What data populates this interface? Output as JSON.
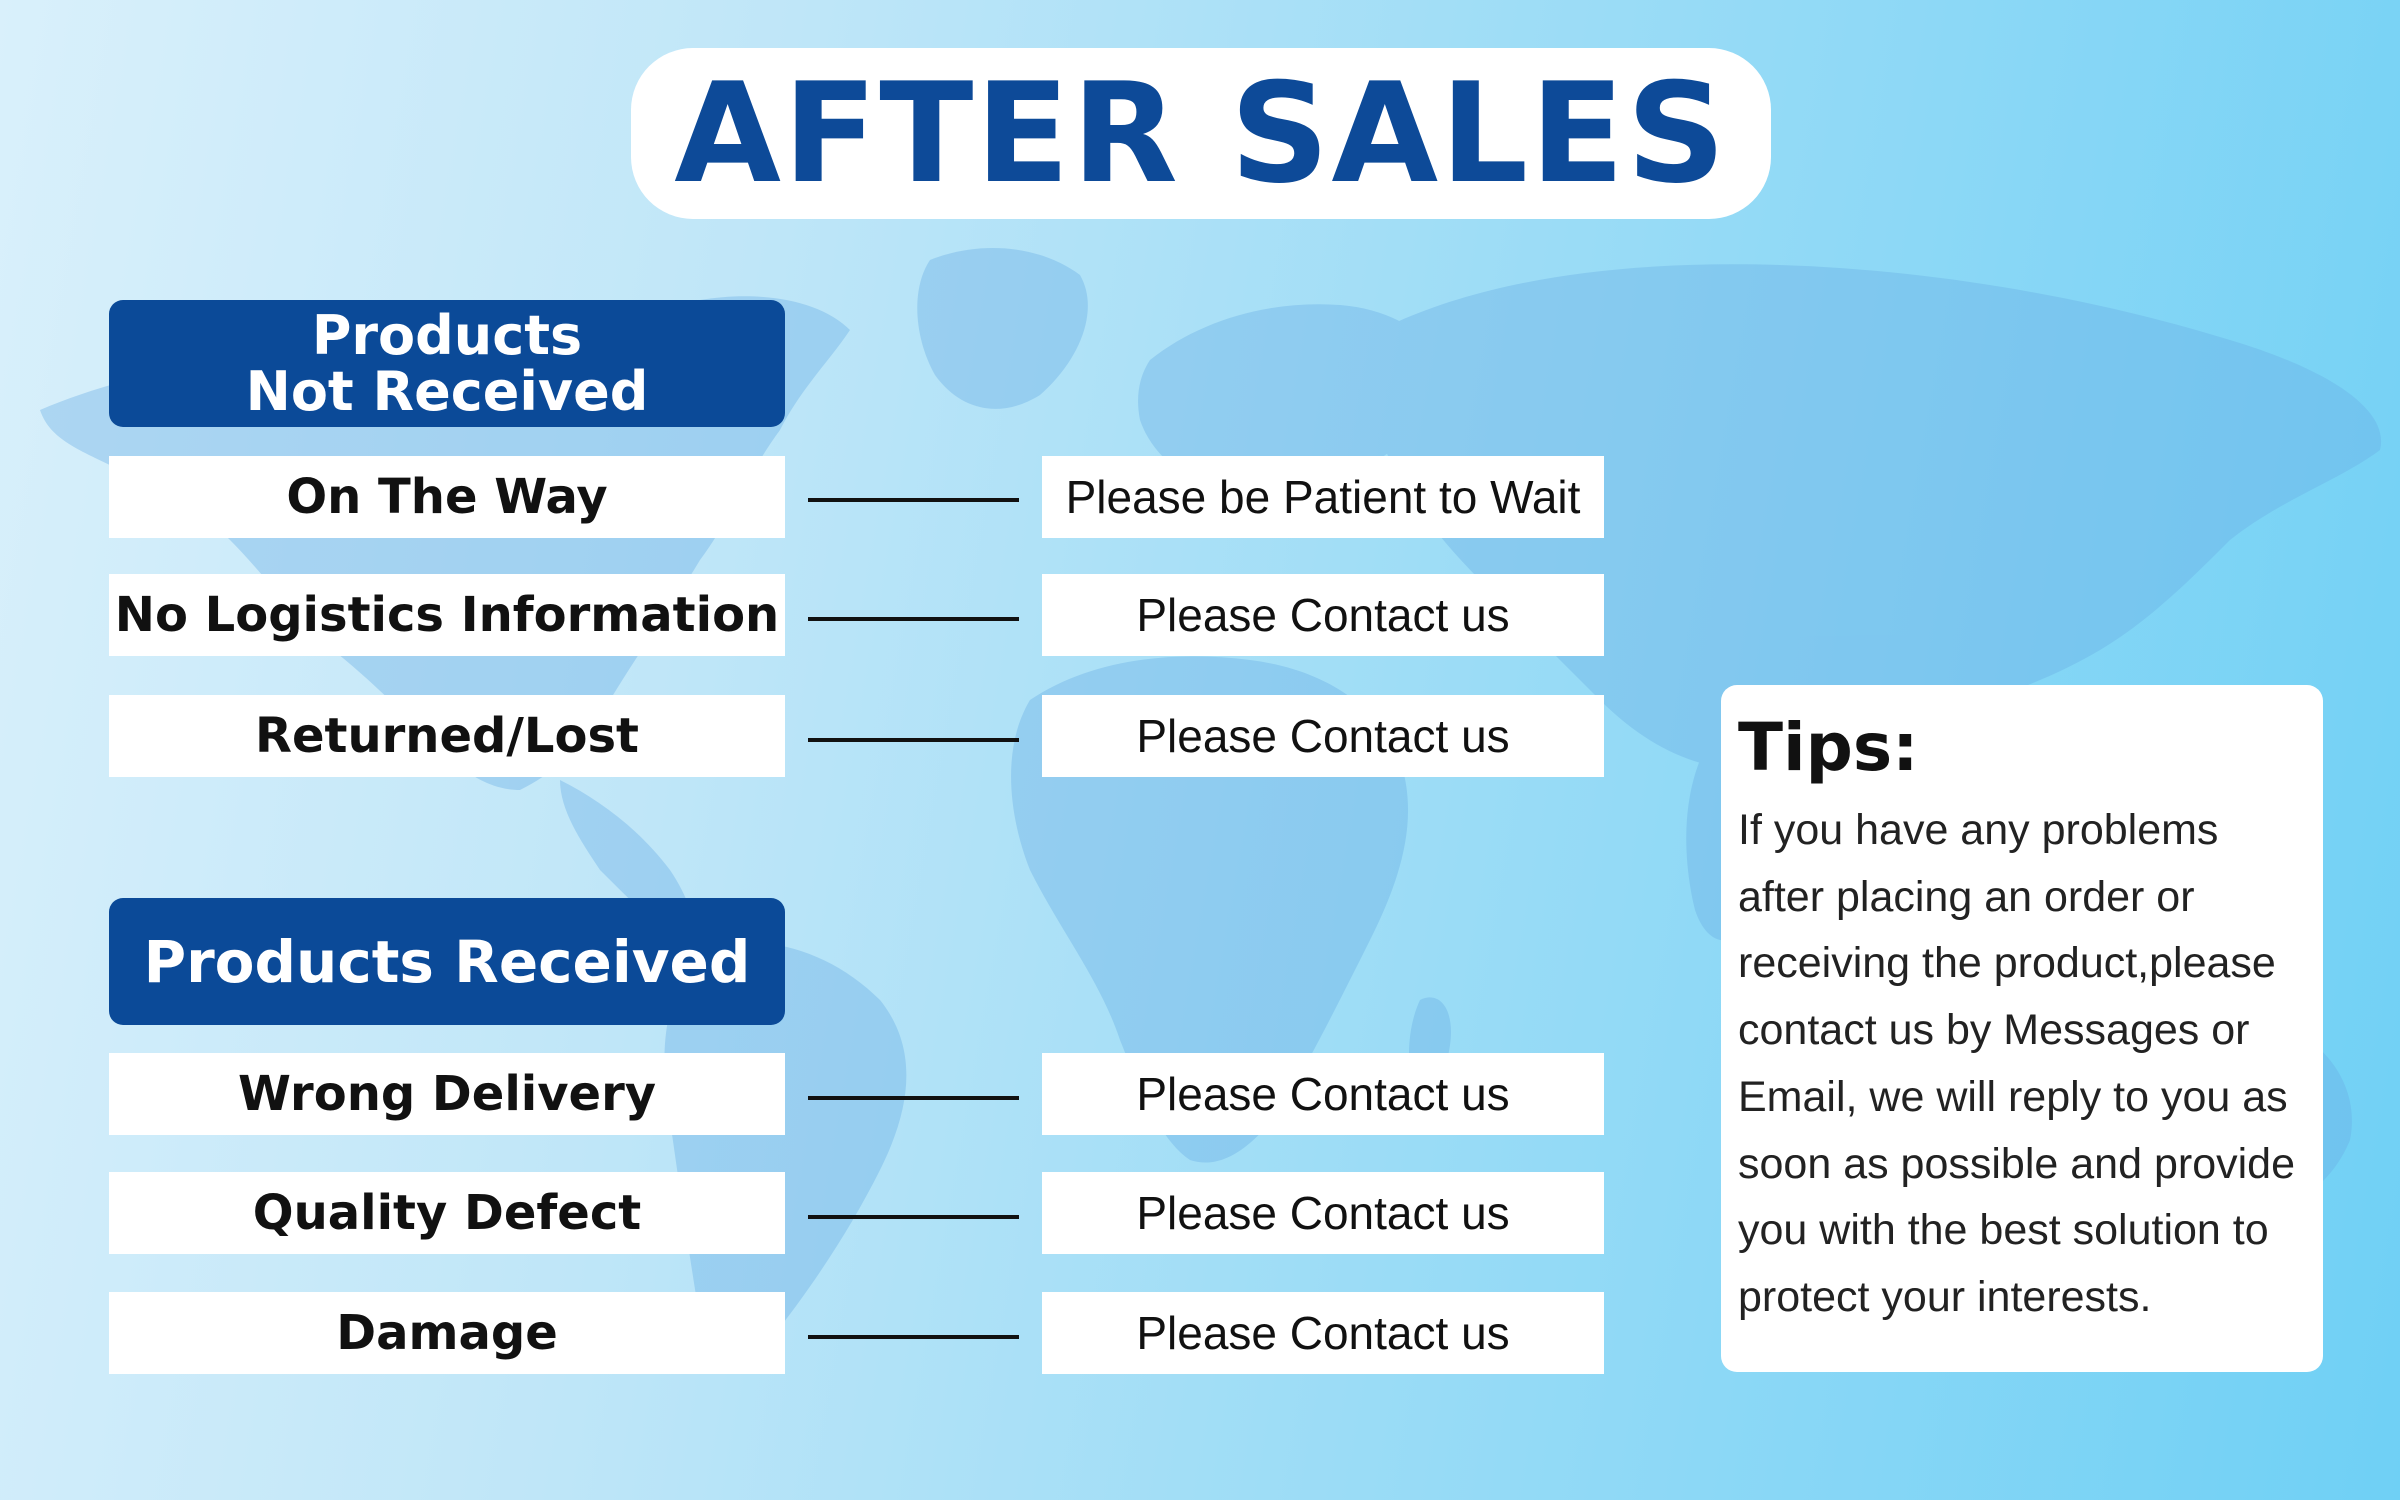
{
  "title": "AFTER SALES",
  "sections": [
    {
      "heading_line1": "Products",
      "heading_line2": "Not Received",
      "rows": [
        {
          "item": "On The Way",
          "action": "Please be Patient to Wait"
        },
        {
          "item": "No Logistics Information",
          "action": "Please Contact us"
        },
        {
          "item": "Returned/Lost",
          "action": "Please Contact us"
        }
      ]
    },
    {
      "heading": "Products Received",
      "rows": [
        {
          "item": "Wrong Delivery",
          "action": "Please Contact us"
        },
        {
          "item": "Quality Defect",
          "action": "Please Contact us"
        },
        {
          "item": "Damage",
          "action": "Please Contact us"
        }
      ]
    }
  ],
  "tips": {
    "title": "Tips:",
    "text": "If you have any problems after placing an order or receiving the product,please contact us by Messages or Email, we will reply to you as soon as possible and provide you with the best solution to protect your interests."
  },
  "colors": {
    "brand_blue": "#0b4a98",
    "background_start": "#d9f0fb",
    "background_end": "#6fd0f5",
    "map_tint": "#6aaee6"
  }
}
